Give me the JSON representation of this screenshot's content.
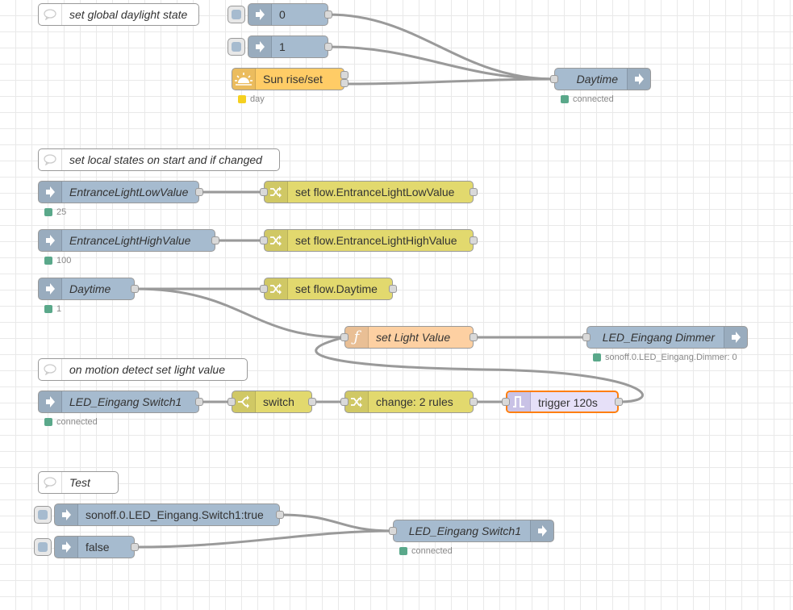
{
  "colors": {
    "blue_node": "#a6bbcf",
    "change_node": "#e2d96e",
    "sun_node": "#ffcc66",
    "function_node": "#fdd0a2",
    "trigger_node": "#e6e0f8",
    "selected_outline": "#ff7f0e",
    "status_green": "#5aa88a",
    "status_yellow": "#f5d020"
  },
  "comments": {
    "daylight": "set global daylight state",
    "local_states": "set local states on start and if changed",
    "motion": "on motion detect set light value",
    "test": "Test"
  },
  "nodes": {
    "inject_0": "0",
    "inject_1": "1",
    "sun": "Sun rise/set",
    "daytime_out": "Daytime",
    "entrance_low": "EntranceLightLowValue",
    "set_low": "set flow.EntranceLightLowValue",
    "entrance_high": "EntranceLightHighValue",
    "set_high": "set flow.EntranceLightHighValue",
    "daytime_in": "Daytime",
    "set_daytime": "set flow.Daytime",
    "set_light": "set Light Value",
    "dimmer": "LED_Eingang Dimmer",
    "switch_in": "LED_Eingang Switch1",
    "switch_node": "switch",
    "change_rules": "change: 2 rules",
    "trigger": "trigger 120s",
    "inject_true": "sonoff.0.LED_Eingang.Switch1:true",
    "inject_false": "false",
    "switch_out": "LED_Eingang Switch1"
  },
  "status": {
    "sun": "day",
    "daytime_out": "connected",
    "entrance_low": "25",
    "entrance_high": "100",
    "daytime_in": "1",
    "dimmer": "sonoff.0.LED_Eingang.Dimmer: 0",
    "switch_in": "connected",
    "switch_out": "connected"
  },
  "icons": {
    "inject": "arrow-right-icon",
    "ioBroker_in": "arrow-right-icon",
    "ioBroker_out": "arrow-right-icon",
    "change": "shuffle-icon",
    "switch": "branch-icon",
    "function": "function-icon",
    "trigger": "trigger-icon",
    "sun": "sunrise-icon",
    "comment": "speech-bubble-icon"
  }
}
